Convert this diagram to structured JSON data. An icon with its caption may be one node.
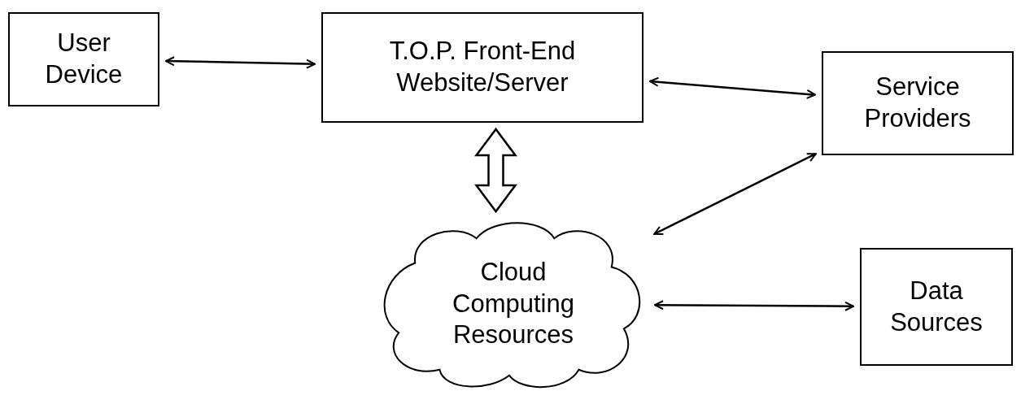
{
  "diagram": {
    "nodes": [
      {
        "text": [
          "User Device"
        ]
      },
      {
        "text": [
          "T.O.P. Front-End Website/Server"
        ]
      },
      {
        "text": [
          "Service Providers"
        ]
      },
      {
        "text": [
          "Cloud Computing Resources"
        ]
      },
      {
        "text": [
          "Data Sources"
        ]
      }
    ],
    "edges": [
      {
        "from": 0,
        "to": 1,
        "arrow": "both"
      },
      {
        "from": 1,
        "to": 2,
        "arrow": "both"
      },
      {
        "from": 1,
        "to": 3,
        "arrow": "both",
        "style": "thick"
      },
      {
        "from": 2,
        "to": 3,
        "arrow": "both"
      },
      {
        "from": 3,
        "to": 4,
        "arrow": "both"
      }
    ]
  }
}
